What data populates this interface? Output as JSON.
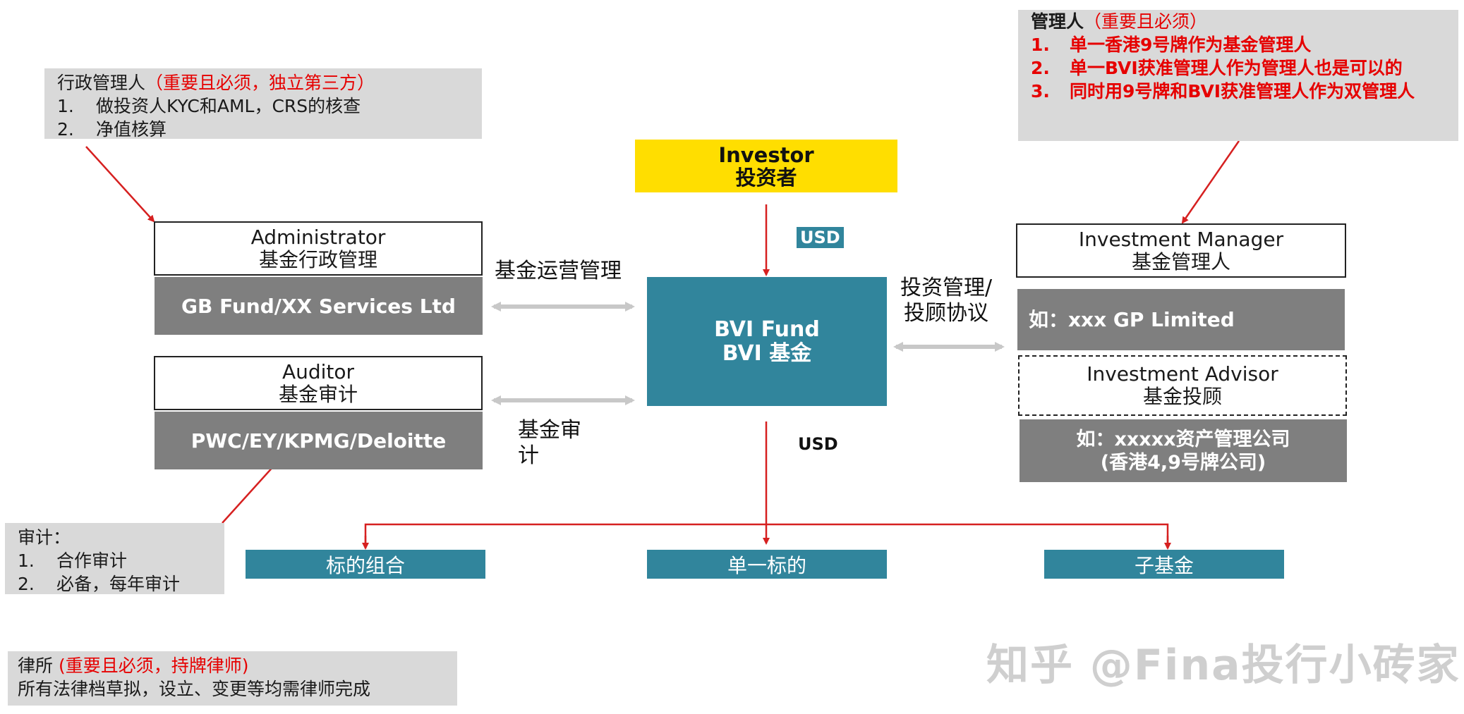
{
  "admin_note": {
    "title": "行政管理人",
    "title_red": "（重要且必须，独立第三方）",
    "items": [
      {
        "num": "1.",
        "text": "做投资人KYC和AML，CRS的核查"
      },
      {
        "num": "2.",
        "text": "净值核算"
      }
    ]
  },
  "manager_note": {
    "title": "管理人",
    "title_red": "（重要且必须）",
    "items": [
      {
        "num": "1.",
        "text": "单一香港9号牌作为基金管理人"
      },
      {
        "num": "2.",
        "text": "单一BVI获准管理人作为管理人也是可以的"
      },
      {
        "num": "3.",
        "text": "同时用9号牌和BVI获准管理人作为双管理人"
      }
    ]
  },
  "audit_note": {
    "title": "审计：",
    "items": [
      {
        "num": "1.",
        "text": "合作审计"
      },
      {
        "num": "2.",
        "text": "必备，每年审计"
      }
    ]
  },
  "law_note": {
    "title": "律所",
    "title_red": "(重要且必须，持牌律师)",
    "line2": "所有法律档草拟，设立、变更等均需律师完成"
  },
  "investor": {
    "en": "Investor",
    "cn": "投资者"
  },
  "usd_top": "USD",
  "usd_bottom": "USD",
  "fund": {
    "en": "BVI Fund",
    "cn": "BVI 基金"
  },
  "administrator": {
    "en": "Administrator",
    "cn": "基金行政管理",
    "example": "GB Fund/XX Services Ltd"
  },
  "auditor": {
    "en": "Auditor",
    "cn": "基金审计",
    "example": "PWC/EY/KPMG/Deloitte"
  },
  "investment_manager": {
    "en": "Investment Manager",
    "cn": "基金管理人",
    "example": "如：xxx GP Limited"
  },
  "investment_advisor": {
    "en": "Investment Advisor",
    "cn": "基金投顾",
    "example_line1": "如：xxxxx资产管理公司",
    "example_line2": "(香港4,9号牌公司)"
  },
  "labels": {
    "ops": "基金运营管理",
    "audit_line1": "基金审",
    "audit_line2": "计",
    "mgmt_line1": "投资管理/",
    "mgmt_line2": "投顾协议"
  },
  "targets": [
    "标的组合",
    "单一标的",
    "子基金"
  ],
  "watermark": "知乎 @Fina投行小砖家",
  "colors": {
    "teal": "#31859c",
    "grey": "#7f7f7f",
    "yellow": "#ffde00",
    "red": "#e60000",
    "note_bg": "#d9d9d9"
  }
}
